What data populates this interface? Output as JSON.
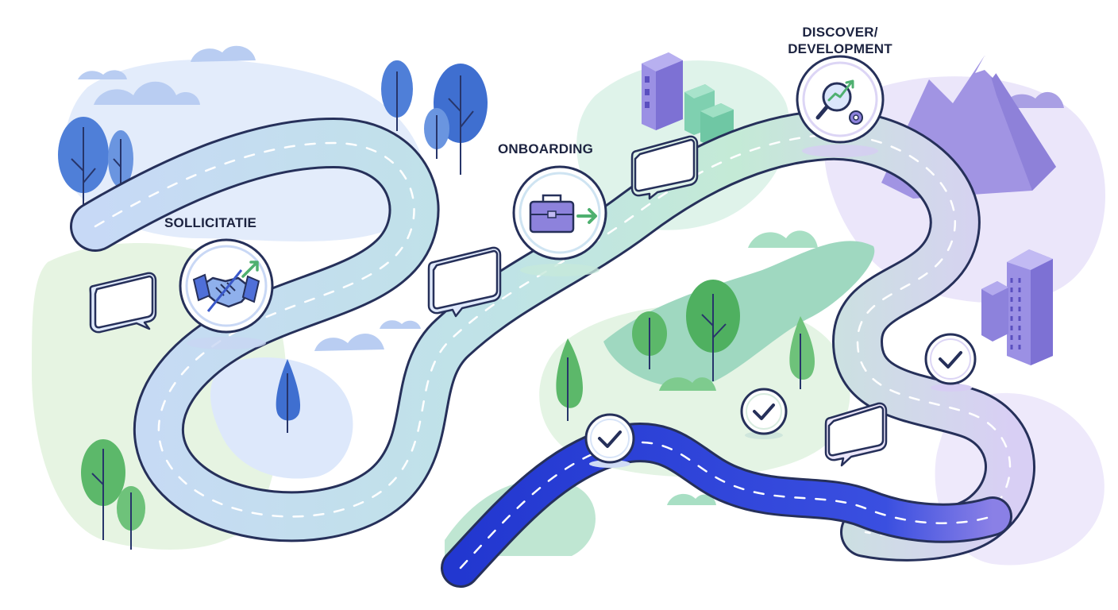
{
  "stages": [
    {
      "id": "sollicitatie",
      "label": "SOLLICITATIE",
      "icon": "handshake-icon"
    },
    {
      "id": "onboarding",
      "label": "ONBOARDING",
      "icon": "briefcase-icon"
    },
    {
      "id": "discover",
      "label_line1": "DISCOVER/",
      "label_line2": "DEVELOPMENT",
      "icon": "magnifier-gear-icon"
    }
  ],
  "milestones": [
    "check-icon",
    "check-icon",
    "check-icon"
  ],
  "palette": {
    "road_light_blue": "#c9dcf7",
    "road_green": "#bfe8d8",
    "road_purple": "#d6cdf3",
    "road_dark_blue": "#2d43d6",
    "outline": "#26305a",
    "tree_blue": "#4a7bd6",
    "tree_green": "#5cb86a",
    "building_purple": "#8a7fe0",
    "mountain_purple": "#9d90e0"
  }
}
